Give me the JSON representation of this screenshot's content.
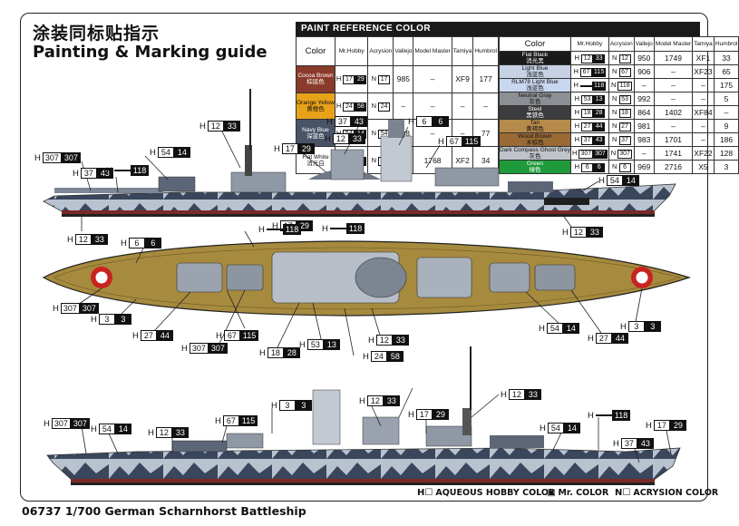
{
  "title_cn": "涂装同标贴指示",
  "title_en": "Painting & Marking guide",
  "footer": "06737 1/700 German Scharnhorst Battleship",
  "paint_table": {
    "header": "PAINT  REFERENCE COLOR",
    "columns": [
      "Color",
      "Mr.Hobby",
      "Acrysion",
      "Vallejo",
      "Model Master",
      "Tamiya",
      "Humbrol"
    ],
    "left": [
      {
        "name": "Cocoa Brown",
        "cn": "棕底色",
        "swatch": "#8a3a2a",
        "mh": [
          "H",
          "17",
          "29"
        ],
        "ac": [
          "N",
          "17"
        ],
        "vallejo": "985",
        "mm": "–",
        "tamiya": "XF9",
        "humbrol": "177"
      },
      {
        "name": "Orange Yellow",
        "cn": "黄橙色",
        "swatch": "#e8a21a",
        "mh": [
          "H",
          "24",
          "58"
        ],
        "ac": [
          "N",
          "24"
        ],
        "vallejo": "–",
        "mm": "–",
        "tamiya": "–",
        "humbrol": "–"
      },
      {
        "name": "Navy Blue",
        "cn": "深蓝色",
        "swatch": "#4a5468",
        "mh": [
          "H",
          "54",
          "14"
        ],
        "ac": [
          "N",
          "54"
        ],
        "vallejo": "898",
        "mm": "–",
        "tamiya": "–",
        "humbrol": "77"
      },
      {
        "name": "Flat White",
        "cn": "消光白",
        "swatch": "#ffffff",
        "mh": [
          "H",
          "11",
          "62"
        ],
        "ac": [
          "N",
          "11"
        ],
        "vallejo": "951",
        "mm": "1768",
        "tamiya": "XF2",
        "humbrol": "34"
      }
    ],
    "right": [
      {
        "name": "Flat Black",
        "cn": "消光黑",
        "swatch": "#1a1a1a",
        "mh": [
          "H",
          "12",
          "33"
        ],
        "ac": [
          "N",
          "12"
        ],
        "vallejo": "950",
        "mm": "1749",
        "tamiya": "XF1",
        "humbrol": "33"
      },
      {
        "name": "Light Blue",
        "cn": "浅蓝色",
        "swatch": "#c6d2e4",
        "mh": [
          "H",
          "67",
          "115"
        ],
        "ac": [
          "N",
          "67"
        ],
        "vallejo": "906",
        "mm": "–",
        "tamiya": "XF23",
        "humbrol": "65"
      },
      {
        "name": "RLM78 Light Blue",
        "cn": "浅蓝色",
        "swatch": "#c8d6ee",
        "mh": [
          "H",
          "",
          "118"
        ],
        "ac": [
          "N",
          "118"
        ],
        "vallejo": "–",
        "mm": "–",
        "tamiya": "–",
        "humbrol": "175"
      },
      {
        "name": "Neutral Gray",
        "cn": "灰色",
        "swatch": "#8c8f94",
        "mh": [
          "H",
          "53",
          "13"
        ],
        "ac": [
          "N",
          "53"
        ],
        "vallejo": "992",
        "mm": "–",
        "tamiya": "–",
        "humbrol": "5"
      },
      {
        "name": "Steel",
        "cn": "黑铁色",
        "swatch": "#3c3c3e",
        "mh": [
          "H",
          "18",
          "28"
        ],
        "ac": [
          "N",
          "18"
        ],
        "vallejo": "864",
        "mm": "1402",
        "tamiya": "XF84",
        "humbrol": "–"
      },
      {
        "name": "Tan",
        "cn": "黄褐色",
        "swatch": "#b58a4a",
        "mh": [
          "H",
          "27",
          "44"
        ],
        "ac": [
          "N",
          "27"
        ],
        "vallejo": "981",
        "mm": "–",
        "tamiya": "–",
        "humbrol": "9"
      },
      {
        "name": "Wood Brown",
        "cn": "木棕色",
        "swatch": "#9a6a35",
        "mh": [
          "H",
          "37",
          "43"
        ],
        "ac": [
          "N",
          "37"
        ],
        "vallejo": "983",
        "mm": "1701",
        "tamiya": "–",
        "humbrol": "186"
      },
      {
        "name": "Dark Compass Ghost Grey",
        "cn": "灰色",
        "swatch": "#bfc4cb",
        "mh": [
          "H",
          "307",
          "307"
        ],
        "ac": [
          "N",
          "307"
        ],
        "vallejo": "–",
        "mm": "1741",
        "tamiya": "XF22",
        "humbrol": "128"
      },
      {
        "name": "Green",
        "cn": "绿色",
        "swatch": "#1f9a3a",
        "mh": [
          "H",
          "6",
          "6"
        ],
        "ac": [
          "N",
          "6"
        ],
        "vallejo": "969",
        "mm": "2716",
        "tamiya": "X5",
        "humbrol": "3"
      }
    ]
  },
  "callouts": [
    [
      "H",
      "12",
      "33"
    ],
    [
      "H",
      "37",
      "43"
    ],
    [
      "H",
      "6",
      "6"
    ],
    [
      "H",
      "12",
      "33"
    ],
    [
      "H",
      "17",
      "29"
    ],
    [
      "H",
      "67",
      "115"
    ],
    [
      "H",
      "54",
      "14"
    ],
    [
      "H",
      "307",
      "307"
    ],
    [
      "H",
      "37",
      "43"
    ],
    [
      "H",
      "",
      "118"
    ],
    [
      "H",
      "54",
      "14"
    ],
    [
      "H",
      "17",
      "29"
    ],
    [
      "H",
      "",
      "118"
    ],
    [
      "H",
      "12",
      "33"
    ],
    [
      "H",
      "6",
      "6"
    ],
    [
      "H",
      "307",
      "307"
    ],
    [
      "H",
      "3",
      "3"
    ],
    [
      "H",
      "27",
      "44"
    ],
    [
      "H",
      "67",
      "115"
    ],
    [
      "H",
      "307",
      "307"
    ],
    [
      "H",
      "18",
      "28"
    ],
    [
      "H",
      "53",
      "13"
    ],
    [
      "H",
      "12",
      "33"
    ],
    [
      "H",
      "24",
      "58"
    ],
    [
      "H",
      "54",
      "14"
    ],
    [
      "H",
      "3",
      "3"
    ],
    [
      "H",
      "27",
      "44"
    ],
    [
      "H",
      "12",
      "33"
    ],
    [
      "H",
      "",
      "118"
    ],
    [
      "H",
      "12",
      "33"
    ],
    [
      "H",
      "3",
      "3"
    ],
    [
      "H",
      "12",
      "33"
    ],
    [
      "H",
      "17",
      "29"
    ],
    [
      "H",
      "67",
      "115"
    ],
    [
      "H",
      "307",
      "307"
    ],
    [
      "H",
      "54",
      "14"
    ],
    [
      "H",
      "12",
      "33"
    ],
    [
      "H",
      "",
      "118"
    ],
    [
      "H",
      "54",
      "14"
    ],
    [
      "H",
      "17",
      "29"
    ],
    [
      "H",
      "37",
      "43"
    ]
  ],
  "legend": [
    {
      "sym": "H☐",
      "text": "AQUEOUS HOBBY COLOR"
    },
    {
      "sym": "▣",
      "text": "Mr. COLOR"
    },
    {
      "sym": "N☐",
      "text": "ACRYSION COLOR"
    }
  ]
}
